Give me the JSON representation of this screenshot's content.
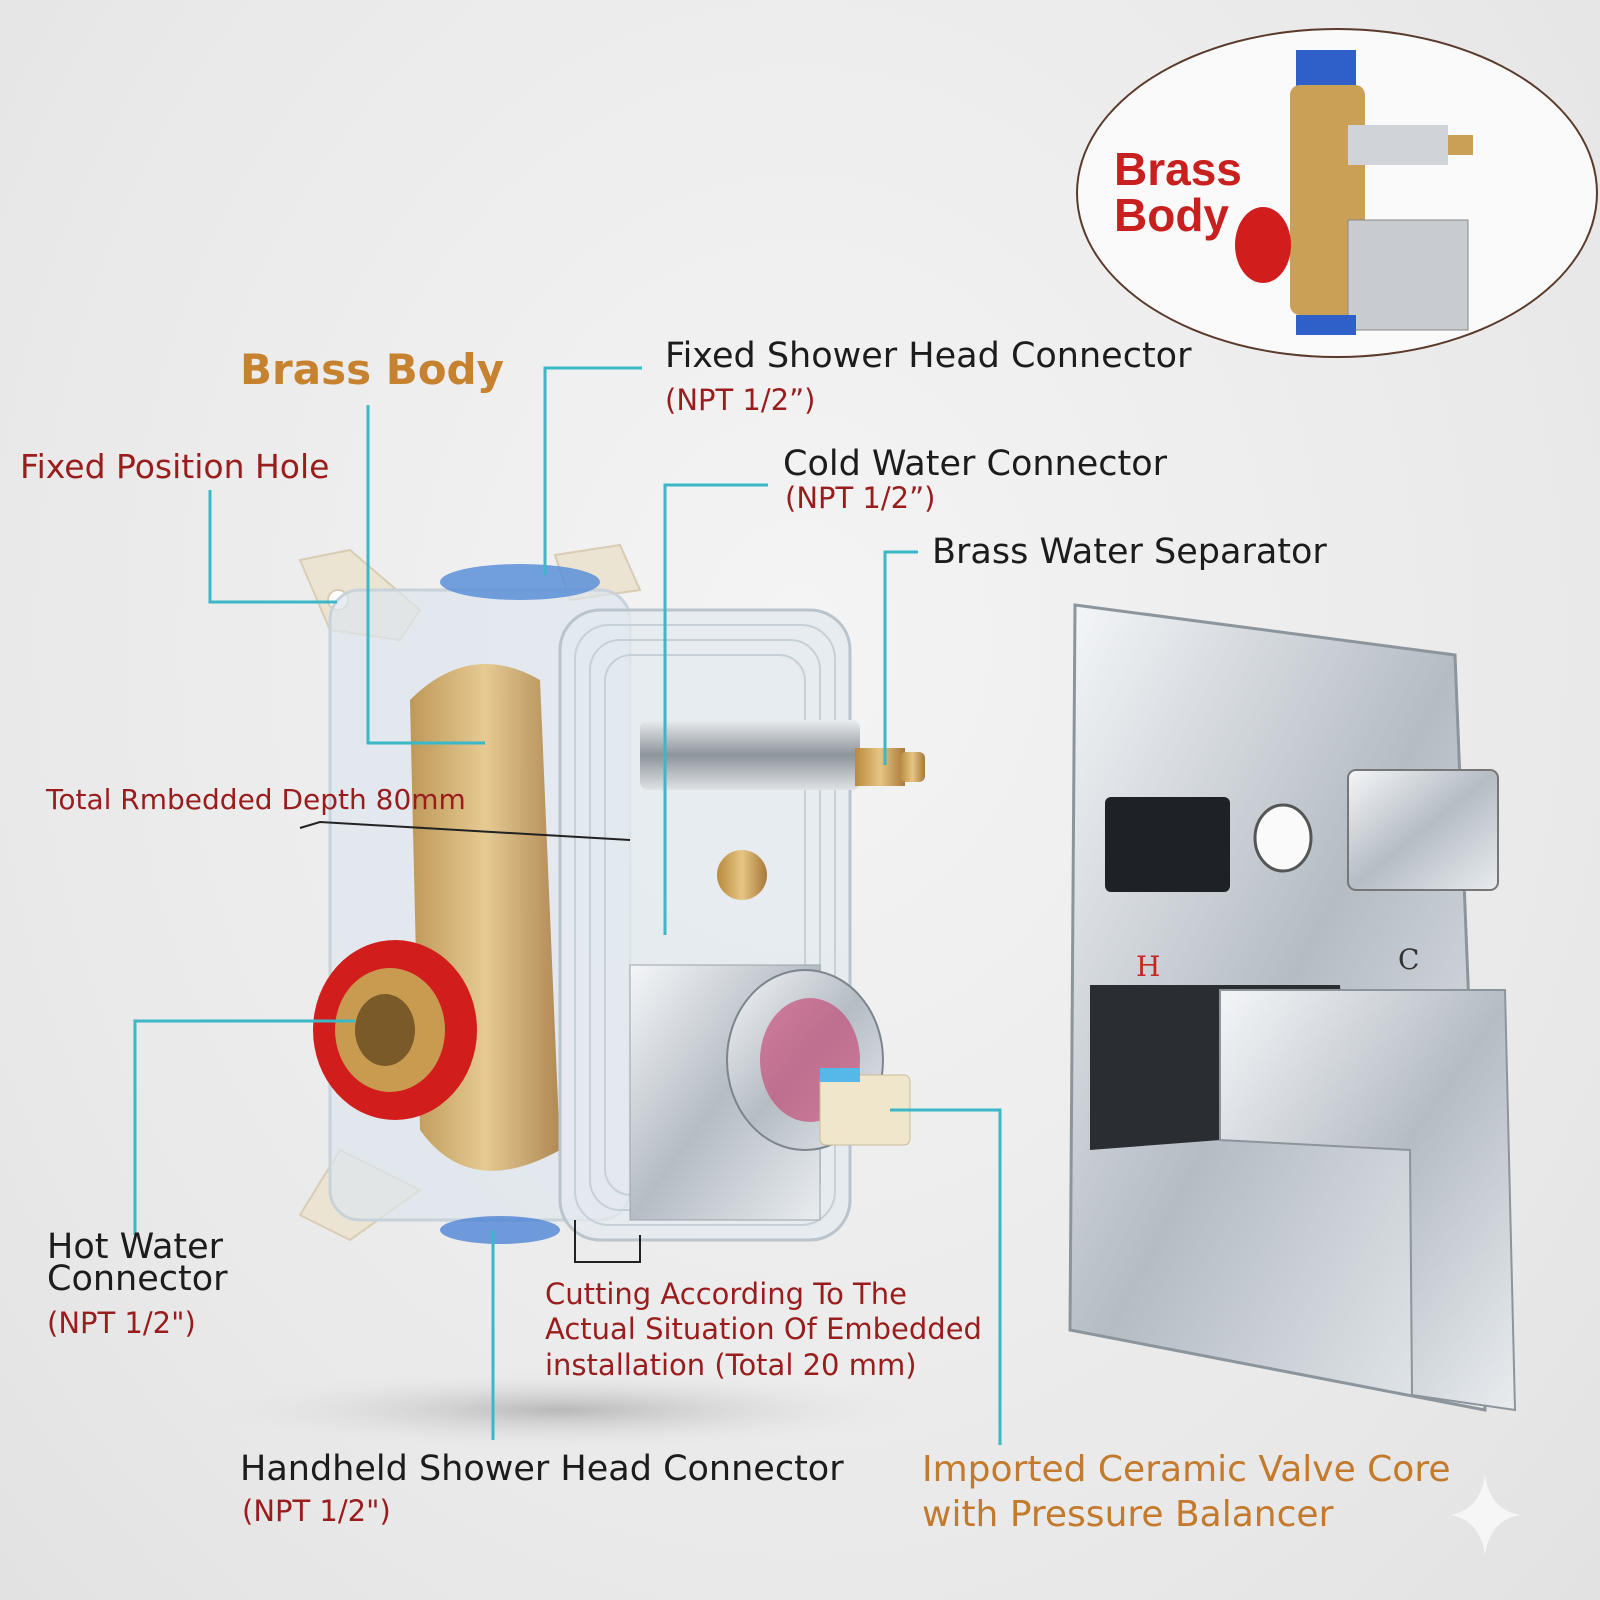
{
  "inset": {
    "title_line1": "Brass",
    "title_line2": "Body"
  },
  "labels": {
    "brass_body": "Brass Body",
    "fixed_position_hole": "Fixed Position Hole",
    "fixed_shower_head_connector": "Fixed Shower Head Connector",
    "fixed_shower_head_spec": "(NPT 1/2”)",
    "cold_water_connector": "Cold Water Connector",
    "cold_water_spec": "(NPT 1/2”)",
    "brass_water_separator": "Brass Water Separator",
    "total_depth": "Total Rmbedded Depth 80mm",
    "hot_water_line1": "Hot Water",
    "hot_water_line2": "Connector",
    "hot_water_spec": "(NPT 1/2\")",
    "cutting_line1": "Cutting According To The",
    "cutting_line2": "Actual Situation Of Embedded",
    "cutting_line3": "installation (Total 20 mm)",
    "handheld_connector": "Handheld Shower Head Connector",
    "handheld_spec": "(NPT 1/2\")",
    "ceramic_line1": "Imported Ceramic Valve Core",
    "ceramic_line2": "with Pressure Balancer"
  },
  "trim_plate": {
    "hot_mark": "H",
    "cold_mark": "C"
  },
  "colors": {
    "leader": "#3bb8c8",
    "label_red": "#9a1d1d",
    "label_orange": "#c6822f",
    "brass": "#c9a25a"
  }
}
